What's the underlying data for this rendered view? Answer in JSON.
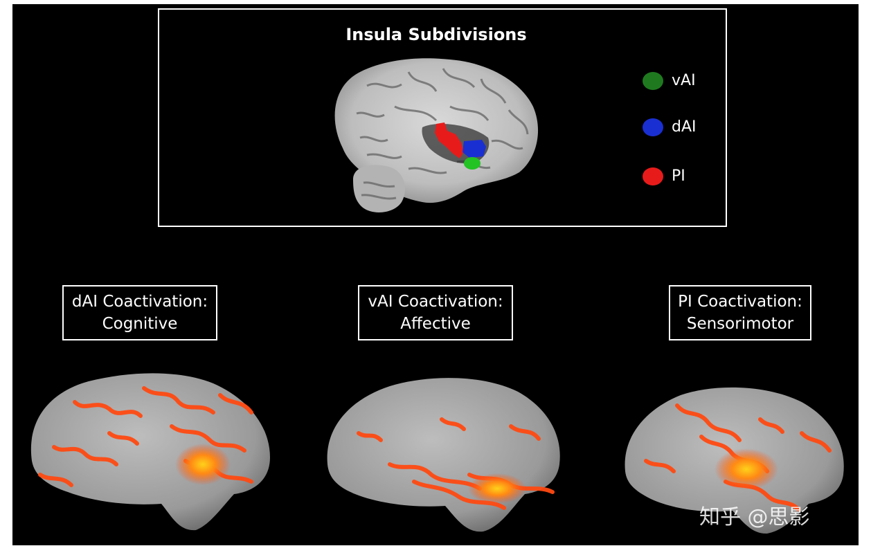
{
  "title": "Insula Subdivisions",
  "legend": [
    {
      "label": "vAI",
      "color": "#1f7a1f"
    },
    {
      "label": "dAI",
      "color": "#1a2fd1"
    },
    {
      "label": "PI",
      "color": "#e81b1b"
    }
  ],
  "coactivations": [
    {
      "line1": "dAI Coactivation:",
      "line2": "Cognitive"
    },
    {
      "line1": "vAI Coactivation:",
      "line2": "Affective"
    },
    {
      "line1": "PI Coactivation:",
      "line2": "Sensorimotor"
    }
  ],
  "colors": {
    "activation": "#ff4a12",
    "activation_core": "#ffc21a",
    "cortex": "#9a9a9a",
    "background": "#000000"
  },
  "watermark": "知乎 @思影"
}
